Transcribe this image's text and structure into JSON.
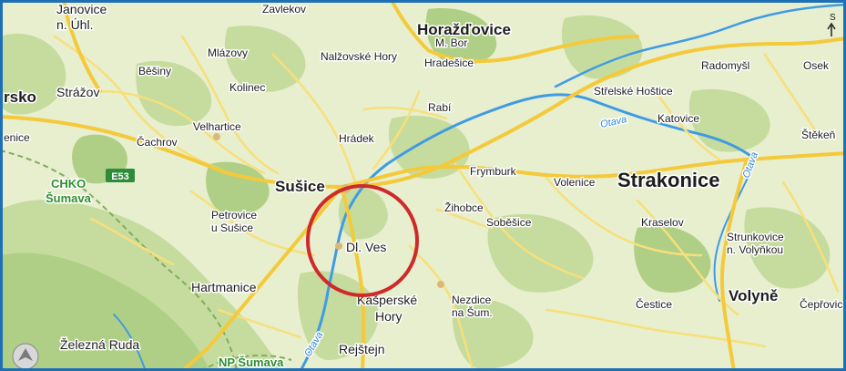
{
  "colors": {
    "background": "#e7efcf",
    "forest": "#c6dc9e",
    "forest_dark": "#b0cf86",
    "road_main": "#f4c93a",
    "road_minor": "#f7df7a",
    "river": "#3f9be3",
    "highlight_circle": "#cf2a2a",
    "border": "#1f6fb5",
    "park_border": "#7fae5b"
  },
  "compass": {
    "label": "S",
    "icon": "north-arrow-icon"
  },
  "highlight": {
    "target": "Dl. Ves",
    "icon": "highlight-circle"
  },
  "nav_button": {
    "icon": "navigation-arrow-icon"
  },
  "rivers": [
    {
      "name": "Otava"
    },
    {
      "name": "Otava"
    },
    {
      "name": "Otava"
    }
  ],
  "road_sign": {
    "label": "E53"
  },
  "places": [
    {
      "id": "janovice",
      "name": "Janovice",
      "size": "m"
    },
    {
      "id": "n-uhl",
      "name": "n. Úhl.",
      "size": "m"
    },
    {
      "id": "zavlekov",
      "name": "Zavlekov",
      "size": "s"
    },
    {
      "id": "horazdovice",
      "name": "Horažďovice",
      "size": "l"
    },
    {
      "id": "m-bor",
      "name": "M. Bor",
      "size": "s"
    },
    {
      "id": "mlazovy",
      "name": "Mlázovy",
      "size": "s"
    },
    {
      "id": "nalzovske-hory",
      "name": "Nalžovské Hory",
      "size": "s"
    },
    {
      "id": "hradesice",
      "name": "Hradešice",
      "size": "s"
    },
    {
      "id": "radomysl",
      "name": "Radomyšl",
      "size": "s"
    },
    {
      "id": "osek",
      "name": "Osek",
      "size": "s"
    },
    {
      "id": "besiny",
      "name": "Běšiny",
      "size": "s"
    },
    {
      "id": "rsko",
      "name": "rsko",
      "size": "l"
    },
    {
      "id": "strazov",
      "name": "Strážov",
      "size": "m"
    },
    {
      "id": "kolinec",
      "name": "Kolinec",
      "size": "s"
    },
    {
      "id": "strelske-hostice",
      "name": "Střelské Hoštice",
      "size": "s"
    },
    {
      "id": "rabi",
      "name": "Rabí",
      "size": "s"
    },
    {
      "id": "velhartice",
      "name": "Velhartice",
      "size": "s"
    },
    {
      "id": "katovice",
      "name": "Katovice",
      "size": "s"
    },
    {
      "id": "enice",
      "name": "enice",
      "size": "s"
    },
    {
      "id": "cachrov",
      "name": "Čachrov",
      "size": "s"
    },
    {
      "id": "hradek",
      "name": "Hrádek",
      "size": "s"
    },
    {
      "id": "stekeh",
      "name": "Štěkeň",
      "size": "s"
    },
    {
      "id": "chko",
      "name": "CHKO",
      "size": "green"
    },
    {
      "id": "sumava",
      "name": "Šumava",
      "size": "green"
    },
    {
      "id": "frymburk",
      "name": "Frymburk",
      "size": "s"
    },
    {
      "id": "volenice",
      "name": "Volenice",
      "size": "s"
    },
    {
      "id": "strakonice",
      "name": "Strakonice",
      "size": "xl"
    },
    {
      "id": "susice",
      "name": "Sušice",
      "size": "l"
    },
    {
      "id": "zihobce",
      "name": "Žihobce",
      "size": "s"
    },
    {
      "id": "petrovice",
      "name": "Petrovice",
      "size": "s"
    },
    {
      "id": "u-susice",
      "name": "u Sušice",
      "size": "s"
    },
    {
      "id": "sobesice",
      "name": "Soběšice",
      "size": "s"
    },
    {
      "id": "kraselov",
      "name": "Kraselov",
      "size": "s"
    },
    {
      "id": "strunkovice",
      "name": "Strunkovice",
      "size": "s"
    },
    {
      "id": "n-volynkou",
      "name": "n. Volyňkou",
      "size": "s"
    },
    {
      "id": "dl-ves",
      "name": "Dl. Ves",
      "size": "m"
    },
    {
      "id": "hartmanice",
      "name": "Hartmanice",
      "size": "m"
    },
    {
      "id": "volyne",
      "name": "Volyně",
      "size": "l"
    },
    {
      "id": "kasperske",
      "name": "Kašperské",
      "size": "m"
    },
    {
      "id": "hory",
      "name": "Hory",
      "size": "m"
    },
    {
      "id": "nezdice",
      "name": "Nezdice",
      "size": "s"
    },
    {
      "id": "na-sum",
      "name": "na Šum.",
      "size": "s"
    },
    {
      "id": "cestice",
      "name": "Čestice",
      "size": "s"
    },
    {
      "id": "cepřovice",
      "name": "Čepřovice",
      "size": "s"
    },
    {
      "id": "zelezna-ruda",
      "name": "Železná Ruda",
      "size": "m"
    },
    {
      "id": "np-sumava",
      "name": "NP Šumava",
      "size": "green"
    },
    {
      "id": "rejstejn",
      "name": "Rejštejn",
      "size": "m"
    }
  ]
}
